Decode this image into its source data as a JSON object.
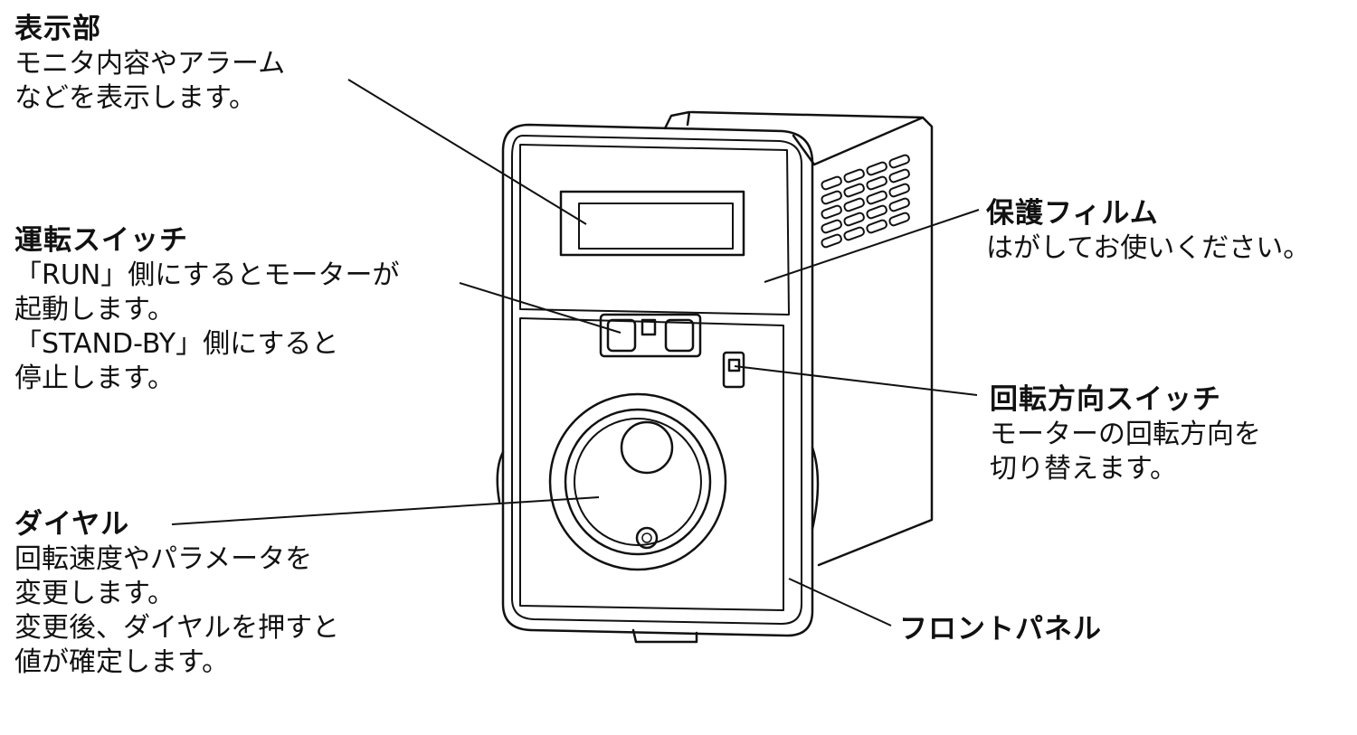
{
  "callouts": {
    "display": {
      "title": "表示部",
      "desc": [
        "モニタ内容やアラーム",
        "などを表示します。"
      ]
    },
    "run_switch": {
      "title": "運転スイッチ",
      "desc": [
        "「RUN」側にするとモーターが",
        "起動します。",
        "「STAND-BY」側にすると",
        "停止します。"
      ]
    },
    "dial": {
      "title": "ダイヤル",
      "desc": [
        "回転速度やパラメータを",
        "変更します。",
        "変更後、ダイヤルを押すと",
        "値が確定します。"
      ]
    },
    "protective_film": {
      "title": "保護フィルム",
      "desc": [
        "はがしてお使いください。"
      ]
    },
    "direction_switch": {
      "title": "回転方向スイッチ",
      "desc": [
        "モーターの回転方向を",
        "切り替えます。"
      ]
    },
    "front_panel": {
      "title": "フロントパネル"
    }
  }
}
